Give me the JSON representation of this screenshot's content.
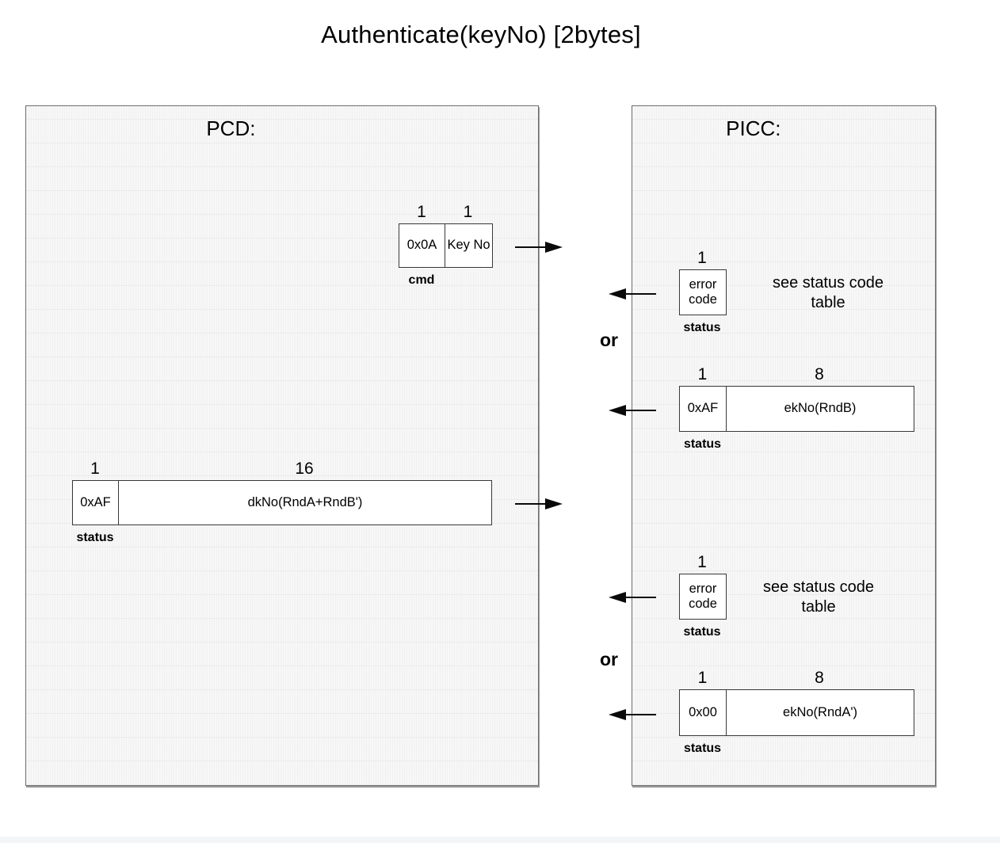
{
  "title": "Authenticate(keyNo) [2bytes]",
  "pcd": {
    "title": "PCD:",
    "cmd": {
      "size1": "1",
      "size2": "1",
      "byte1": "0x0A",
      "byte2": "Key No",
      "caption": "cmd"
    },
    "response": {
      "size1": "1",
      "size2": "16",
      "byte1": "0xAF",
      "byte2": "dkNo(RndA+RndB')",
      "caption": "status"
    }
  },
  "picc": {
    "title": "PICC:",
    "error1": {
      "size": "1",
      "byte": "error code",
      "caption": "status",
      "note": "see status code table"
    },
    "or1": "or",
    "resp1": {
      "size1": "1",
      "size2": "8",
      "byte1": "0xAF",
      "byte2": "ekNo(RndB)",
      "caption": "status"
    },
    "error2": {
      "size": "1",
      "byte": "error code",
      "caption": "status",
      "note": "see status code table"
    },
    "or2": "or",
    "resp2": {
      "size1": "1",
      "size2": "8",
      "byte1": "0x00",
      "byte2": "ekNo(RndA')",
      "caption": "status"
    }
  }
}
